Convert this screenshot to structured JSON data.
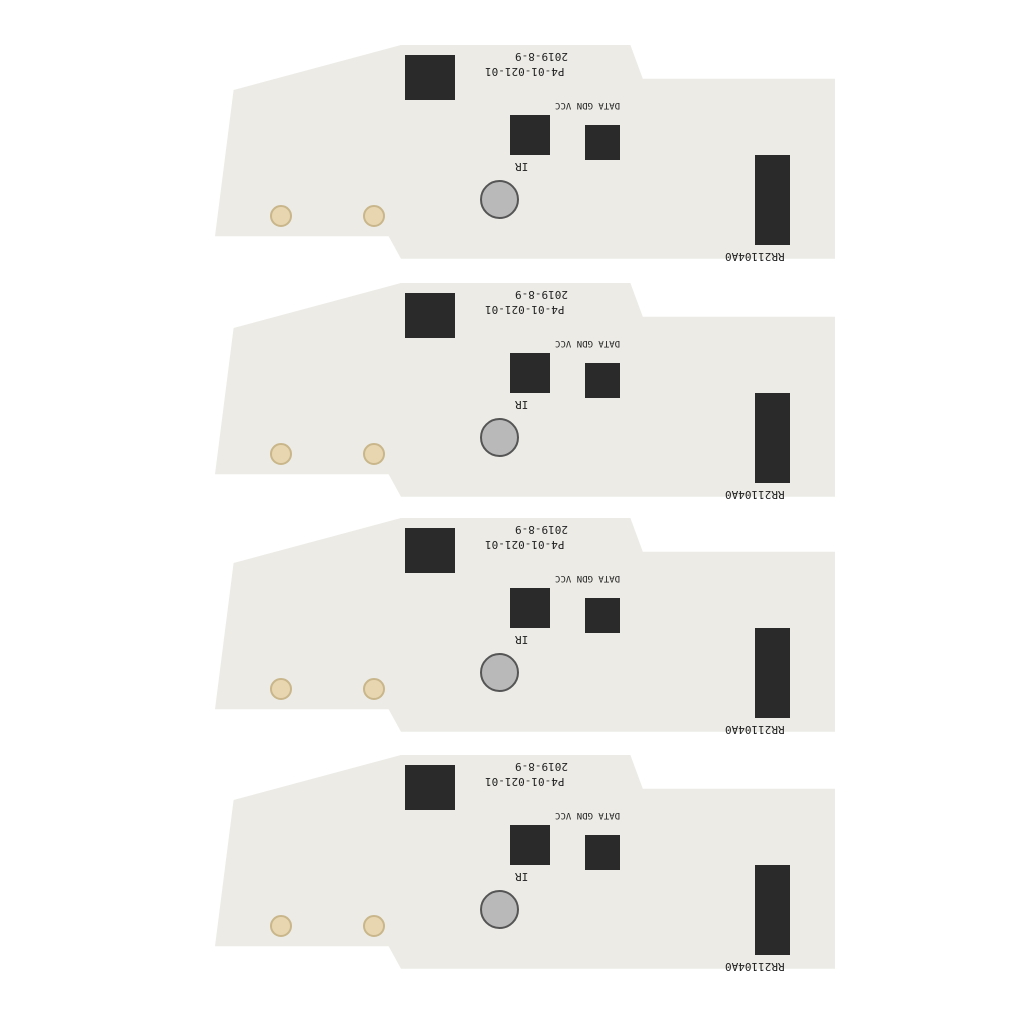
{
  "boards": [
    {
      "date": "2019-8-9",
      "part": "P4-01-021-01",
      "rev": "RR21104A0",
      "ir": "IR",
      "pins": "DATA GDN VCC"
    },
    {
      "date": "2019-8-9",
      "part": "P4-01-021-01",
      "rev": "RR21104A0",
      "ir": "IR",
      "pins": "DATA GDN VCC"
    },
    {
      "date": "2019-8-9",
      "part": "P4-01-021-01",
      "rev": "RR21104A0",
      "ir": "IR",
      "pins": "DATA GDN VCC"
    },
    {
      "date": "2019-8-9",
      "part": "P4-01-021-01",
      "rev": "RR21104A0",
      "ir": "IR",
      "pins": "DATA GDN VCC"
    }
  ]
}
